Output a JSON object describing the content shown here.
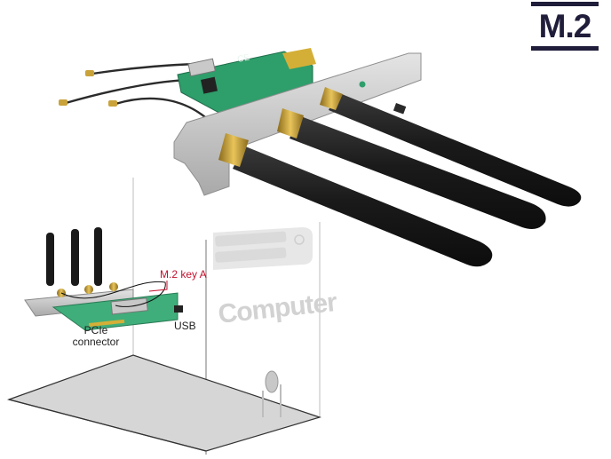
{
  "badge": {
    "label": "M.2"
  },
  "diagram": {
    "key_label": "M.2 key A",
    "usb_label": "USB",
    "pcie_label_line1": "PCIe",
    "pcie_label_line2": "connector",
    "computer_label": "Computer"
  },
  "colors": {
    "badge": "#1f1d3a",
    "annotation_red": "#c4122f",
    "pcb_green": "#2e9e6a",
    "bracket_silver": "#c8c8c8",
    "antenna_black": "#1a1a1a",
    "connector_gold": "#c9a23a"
  },
  "product": {
    "antenna_count": 3,
    "pigtail_cable_count": 3
  }
}
